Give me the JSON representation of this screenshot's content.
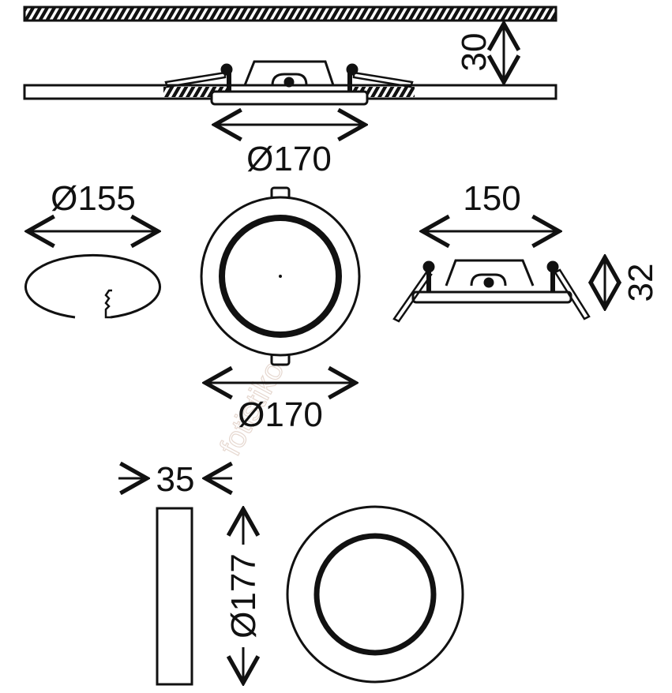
{
  "dimensions": {
    "ceiling_gap": "30",
    "installed_diameter": "Ø170",
    "cutout_diameter": "Ø155",
    "front_diameter": "Ø170",
    "side_width": "150",
    "side_height": "32",
    "surface_depth": "35",
    "surface_diameter": "Ø177"
  },
  "watermark": "fotistikosmos.gr",
  "colors": {
    "line": "#111111",
    "watermark": "#e6d8d0"
  }
}
